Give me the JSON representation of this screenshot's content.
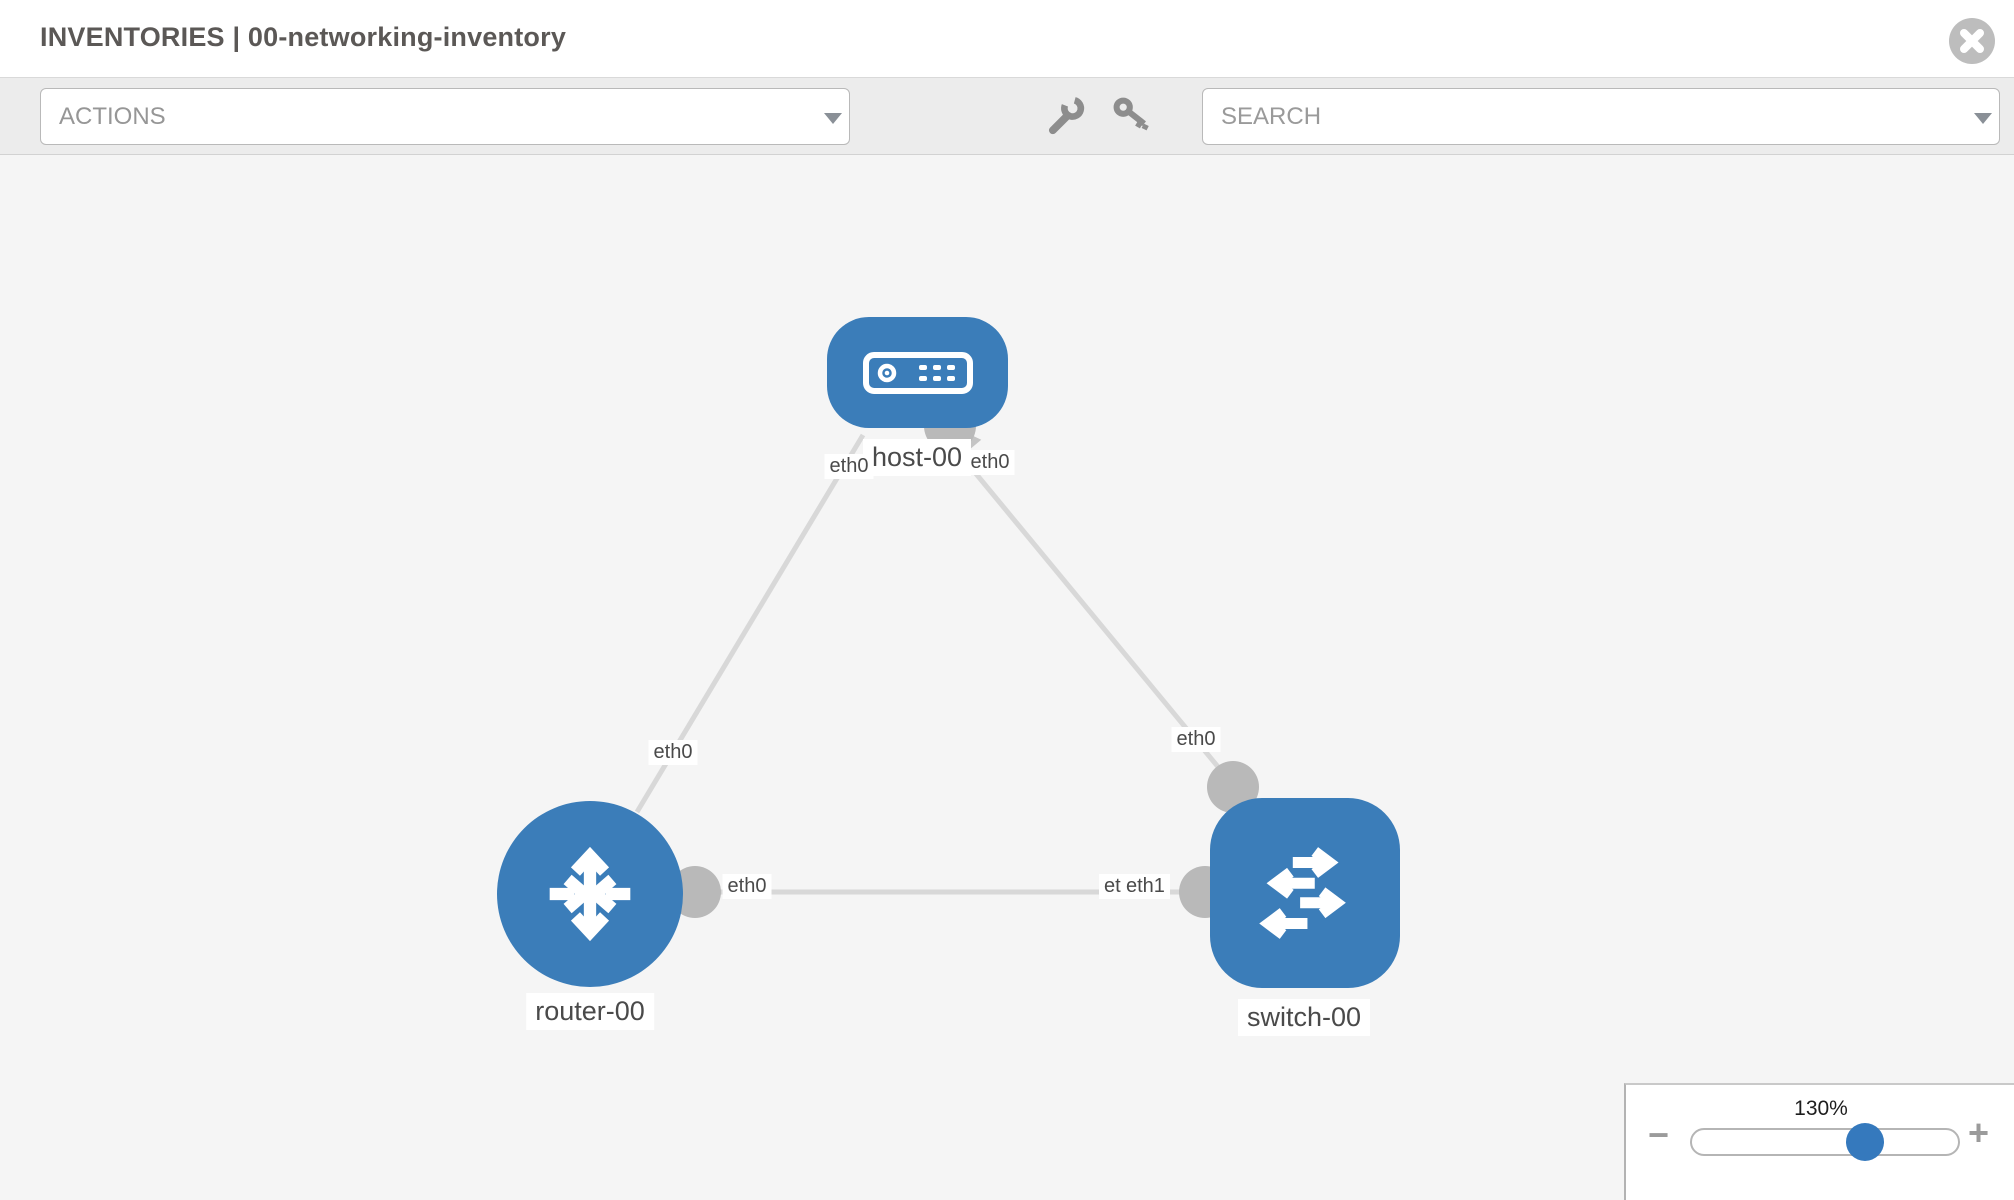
{
  "header": {
    "title": "INVENTORIES | 00-networking-inventory"
  },
  "toolbar": {
    "actions_label": "ACTIONS",
    "search_placeholder": "SEARCH",
    "icons": [
      "wrench-icon",
      "key-icon",
      "chevron-down-icon"
    ]
  },
  "topology": {
    "nodes": [
      {
        "name": "host-00",
        "type": "host",
        "icon": "server-icon"
      },
      {
        "name": "router-00",
        "type": "router",
        "icon": "router-arrows-icon"
      },
      {
        "name": "switch-00",
        "type": "switch",
        "icon": "switch-arrows-icon"
      }
    ],
    "links": [
      {
        "source": "host-00",
        "source_interface": "eth0",
        "target": "router-00",
        "target_interface": "eth0"
      },
      {
        "source": "host-00",
        "source_interface": "eth0",
        "target": "switch-00",
        "target_interface": "eth0"
      },
      {
        "source": "router-00",
        "source_interface": "eth0",
        "target": "switch-00",
        "target_interface": "eth1"
      }
    ],
    "overlapped_interface_label": "eth1"
  },
  "zoom_control": {
    "level": "130%",
    "zoom_out_label": "−",
    "zoom_in_label": "+"
  },
  "colors": {
    "node_blue": "#3b7db9",
    "link_gray": "#d8d8d8",
    "connector_gray": "#b9b9b9",
    "toolbar_bg": "#ececec",
    "canvas_bg": "#f5f5f5",
    "slider_thumb_blue": "#3579bd"
  }
}
